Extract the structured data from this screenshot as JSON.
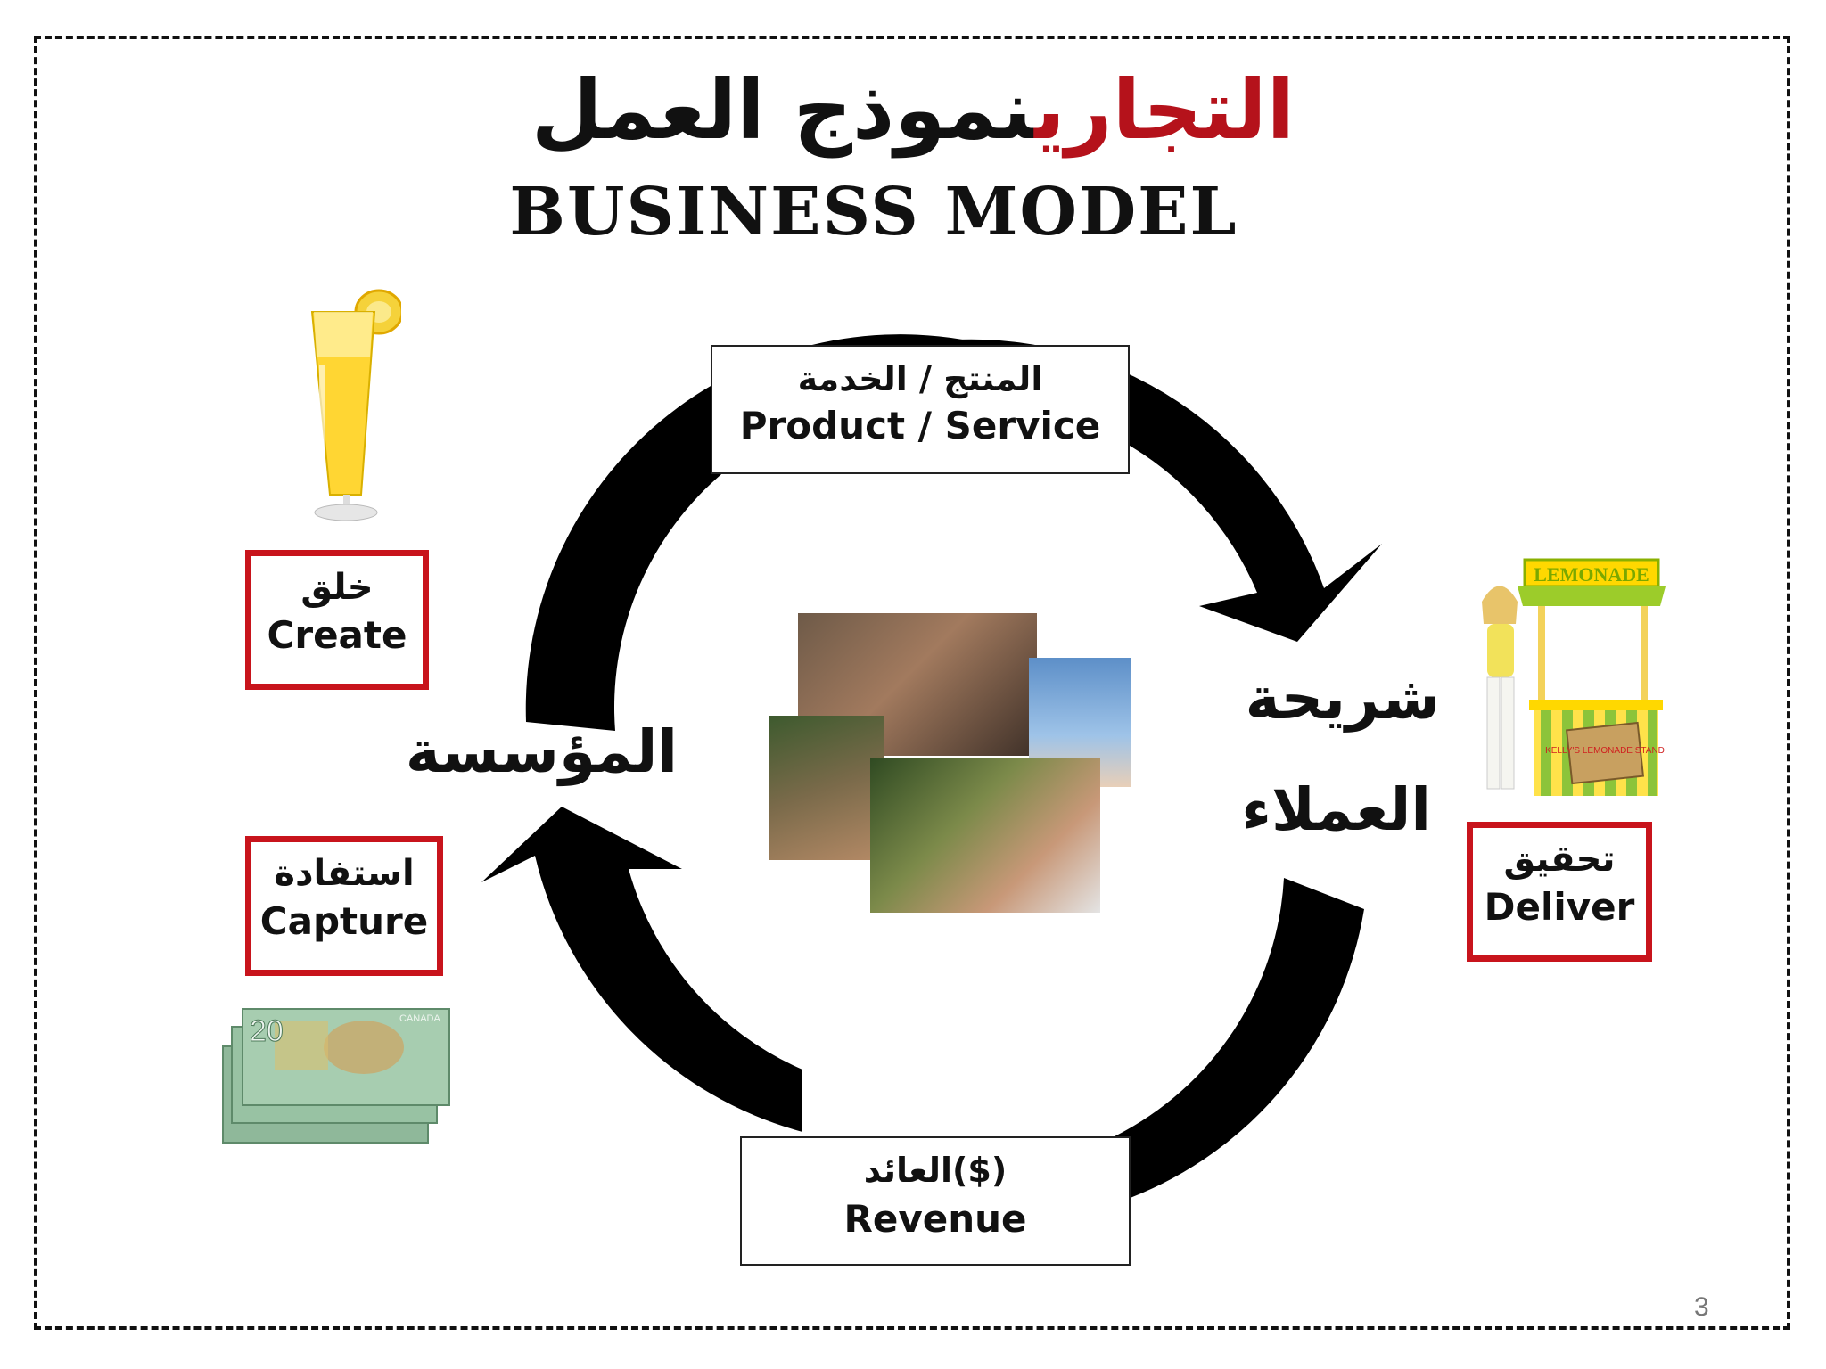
{
  "title": {
    "ar_part1": "نموذج العمل ",
    "ar_part2": "التجاري",
    "en": "BUSINESS MODEL"
  },
  "cycle": {
    "top_box": {
      "ar": "المنتج / الخدمة",
      "en": "Product / Service"
    },
    "bottom_box": {
      "ar": "($)العائد",
      "en": "Revenue"
    },
    "left_label": "المؤسسة",
    "right_label_line1": "شريحة",
    "right_label_line2": "العملاء"
  },
  "steps": {
    "create": {
      "ar": "خلق",
      "en": "Create"
    },
    "capture": {
      "ar": "استفادة",
      "en": "Capture"
    },
    "deliver": {
      "ar": "تحقيق",
      "en": "Deliver"
    }
  },
  "images": {
    "lemonade_glass": "lemonade-glass-image",
    "money": "banknotes-image",
    "money_note_value": "20",
    "money_note_country": "CANADA",
    "stand_sign": "LEMONADE",
    "stand_board": "KELLY'S LEMONADE STAND",
    "center_collage": "people-drinking-water-collage"
  },
  "page_number": "3",
  "colors": {
    "accent_red": "#c8141c",
    "title_red": "#b5121b"
  }
}
